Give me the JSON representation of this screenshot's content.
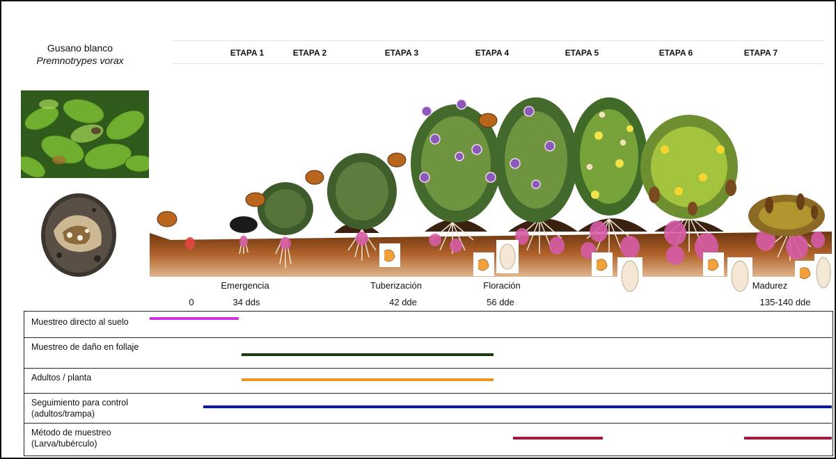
{
  "pest": {
    "common_name": "Gusano blanco",
    "scientific_name": "Premnotrypes vorax"
  },
  "stages": [
    "ETAPA 1",
    "ETAPA 2",
    "ETAPA 3",
    "ETAPA 4",
    "ETAPA 5",
    "ETAPA 6",
    "ETAPA 7"
  ],
  "timeline": {
    "events": [
      "Emergencia",
      "Tuberización",
      "Floración",
      "Madurez"
    ],
    "days": [
      "0",
      "34 dds",
      "42 dde",
      "56 dde",
      "135-140 dde"
    ]
  },
  "methods": [
    {
      "label": "Muestreo directo al suelo",
      "color": "#cc33dd"
    },
    {
      "label": "Muestreo de daño en follaje",
      "color": "#1b3a12"
    },
    {
      "label": "Adultos / planta",
      "color": "#f0961e"
    },
    {
      "label": "Seguimiento para control (adultos/trampa)",
      "color": "#0a1aa8"
    },
    {
      "label": "Método de muestreo (Larva/tubérculo)",
      "color": "#a0183a"
    }
  ]
}
